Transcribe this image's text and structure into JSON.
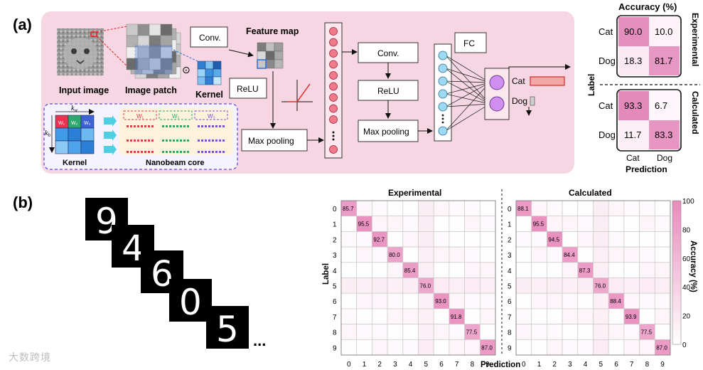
{
  "panel_a": {
    "label": "(a)",
    "input_image_label": "Input image",
    "image_patch_label": "Image patch",
    "kernel_label": "Kernel",
    "feature_map_label": "Feature map",
    "conv1_label": "Conv.",
    "relu1_label": "ReLU",
    "maxpool1_label": "Max pooling",
    "conv2_label": "Conv.",
    "relu2_label": "ReLU",
    "maxpool2_label": "Max pooling",
    "fc_label": "FC",
    "cat_out_label": "Cat",
    "dog_out_label": "Dog",
    "odot_symbol": "⊙",
    "nano_kernel_label": "Kernel",
    "nanobeam_core_label": "Nanobeam core",
    "kw_label": "k",
    "kw_sub": "w",
    "kh_label": "k",
    "kh_sub": "h",
    "weights": [
      "W₁",
      "W₂",
      "W₃"
    ],
    "confusion": {
      "title": "Accuracy (%)",
      "experimental_label": "Experimental",
      "calculated_label": "Calculated",
      "ylabel": "Label",
      "xlabel": "Prediction",
      "classes": [
        "Cat",
        "Dog"
      ],
      "experimental": [
        [
          "90.0",
          "10.0"
        ],
        [
          "18.3",
          "81.7"
        ]
      ],
      "calculated": [
        [
          "93.3",
          "6.7"
        ],
        [
          "11.7",
          "83.3"
        ]
      ]
    }
  },
  "panel_b": {
    "label": "(b)",
    "digits": [
      "9",
      "4",
      "6",
      "0",
      "5"
    ],
    "ellipsis": "...",
    "experimental_title": "Experimental",
    "calculated_title": "Calculated",
    "ylabel": "Label",
    "xlabel": "Prediction",
    "colorbar_label": "Accuracy (%)",
    "colorbar_ticks": [
      "100",
      "80",
      "60",
      "40",
      "20",
      "0"
    ],
    "classes": [
      "0",
      "1",
      "2",
      "3",
      "4",
      "5",
      "6",
      "7",
      "8",
      "9"
    ],
    "experimental_diag": [
      "85.7",
      "95.5",
      "92.7",
      "80.0",
      "85.4",
      "76.0",
      "93.0",
      "91.8",
      "77.5",
      "87.0"
    ],
    "calculated_diag": [
      "88.1",
      "95.5",
      "94.5",
      "84.4",
      "87.3",
      "76.0",
      "88.4",
      "93.9",
      "77.5",
      "87.0"
    ]
  },
  "watermark": "大数跨境"
}
